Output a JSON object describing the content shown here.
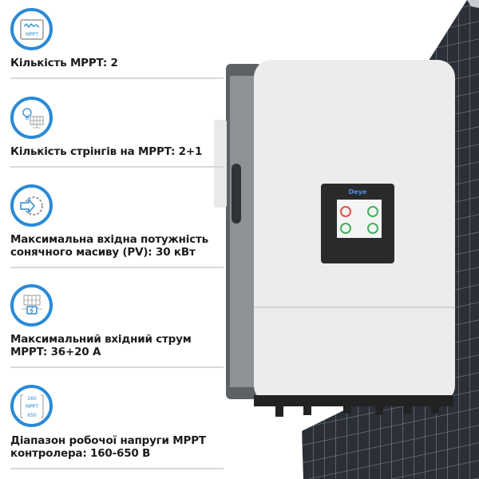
{
  "features": [
    {
      "icon": "mppt-monitor-icon",
      "label": "Кількість MPPT: 2",
      "icon_text": "MPPT"
    },
    {
      "icon": "lightbulb-solar-panel-icon",
      "label": "Кількість стрінгів на MPPT: 2+1"
    },
    {
      "icon": "arrow-gear-icon",
      "label": "Максимальна вхідна потужність",
      "label2": "сонячного масиву (PV): 30 кВт"
    },
    {
      "icon": "solar-panel-battery-icon",
      "label": "Максимальний вхідний струм",
      "label2": "MPPT: 36+20 А"
    },
    {
      "icon": "mppt-voltage-range-icon",
      "label": "Діапазон робочої напруги MPPT",
      "label2": "контролера: 160-650 В",
      "icon_top": "160",
      "icon_mid": "MPPT",
      "icon_bot": "650"
    }
  ],
  "product": {
    "brand_logo": "Deye"
  },
  "colors": {
    "accent": "#2a8ad6",
    "text": "#1c1c1c",
    "divider": "#d8d8d8"
  }
}
